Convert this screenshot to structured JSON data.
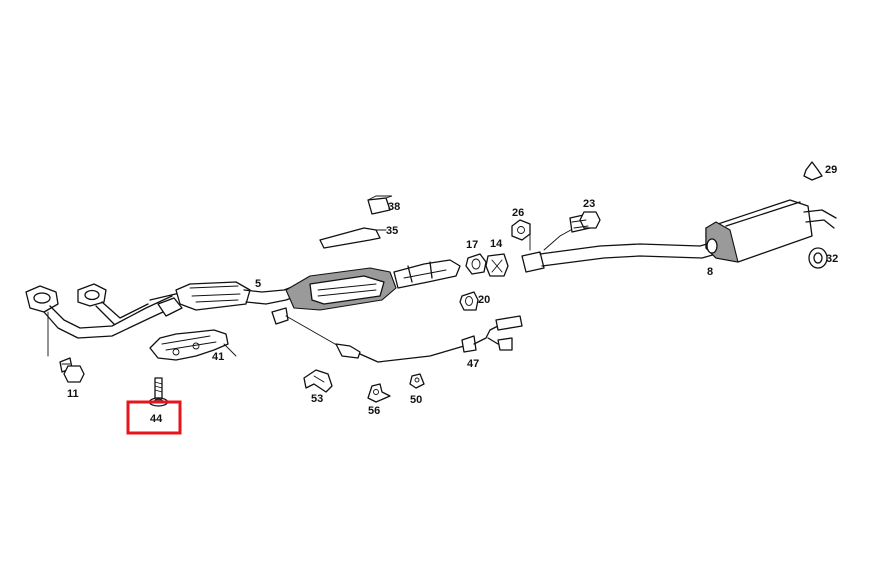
{
  "highlight": {
    "part": "44",
    "color": "#e8141c"
  },
  "callouts": {
    "p5": "5",
    "p8": "8",
    "p11": "11",
    "p14": "14",
    "p17": "17",
    "p20": "20",
    "p23": "23",
    "p26": "26",
    "p29": "29",
    "p32": "32",
    "p35": "35",
    "p38": "38",
    "p41": "41",
    "p44": "44",
    "p47": "47",
    "p50": "50",
    "p53": "53",
    "p56": "56"
  }
}
